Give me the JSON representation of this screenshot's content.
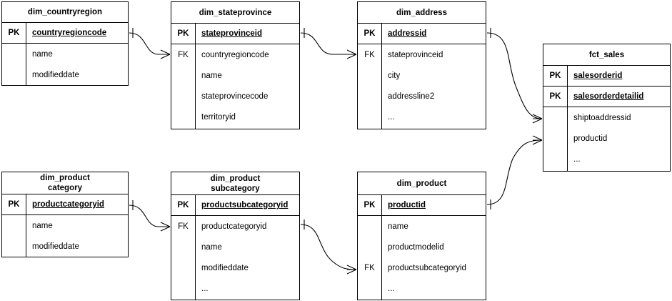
{
  "diagram": {
    "type": "entity-relationship-diagram",
    "title_lines_separator": "\n",
    "line_color": "#000000",
    "background_color": "#ffffff",
    "text_color": "#000000"
  },
  "entities": [
    {
      "id": "dim_countryregion",
      "name": "dim_countryregion",
      "title_line1": "dim_countryregion",
      "title_line2": "",
      "primary_keys": [
        {
          "key": "PK",
          "attribute": "countryregioncode"
        }
      ],
      "attributes": [
        {
          "key": "",
          "attribute": "name"
        },
        {
          "key": "",
          "attribute": "modifieddate"
        }
      ]
    },
    {
      "id": "dim_stateprovince",
      "name": "dim_stateprovince",
      "title_line1": "dim_stateprovince",
      "title_line2": "",
      "primary_keys": [
        {
          "key": "PK",
          "attribute": "stateprovinceid"
        }
      ],
      "attributes": [
        {
          "key": "FK",
          "attribute": "countryregioncode"
        },
        {
          "key": "",
          "attribute": "name"
        },
        {
          "key": "",
          "attribute": "stateprovincecode"
        },
        {
          "key": "",
          "attribute": "territoryid"
        }
      ]
    },
    {
      "id": "dim_address",
      "name": "dim_address",
      "title_line1": "dim_address",
      "title_line2": "",
      "primary_keys": [
        {
          "key": "PK",
          "attribute": "addressid"
        }
      ],
      "attributes": [
        {
          "key": "FK",
          "attribute": "stateprovinceid"
        },
        {
          "key": "",
          "attribute": "city"
        },
        {
          "key": "",
          "attribute": "addressline2"
        },
        {
          "key": "",
          "attribute": "..."
        }
      ]
    },
    {
      "id": "fct_sales",
      "name": "fct_sales",
      "title_line1": "fct_sales",
      "title_line2": "",
      "primary_keys": [
        {
          "key": "PK",
          "attribute": "salesorderid"
        },
        {
          "key": "PK",
          "attribute": "salesorderdetailid"
        }
      ],
      "attributes": [
        {
          "key": "",
          "attribute": "shiptoaddressid"
        },
        {
          "key": "",
          "attribute": "productid"
        },
        {
          "key": "",
          "attribute": "..."
        }
      ]
    },
    {
      "id": "dim_productcategory",
      "name": "dim_product category",
      "title_line1": "dim_product",
      "title_line2": "category",
      "primary_keys": [
        {
          "key": "PK",
          "attribute": "productcategoryid"
        }
      ],
      "attributes": [
        {
          "key": "",
          "attribute": "name"
        },
        {
          "key": "",
          "attribute": "modifieddate"
        }
      ]
    },
    {
      "id": "dim_productsubcategory",
      "name": "dim_product subcategory",
      "title_line1": "dim_product",
      "title_line2": "subcategory",
      "primary_keys": [
        {
          "key": "PK",
          "attribute": "productsubcategoryid"
        }
      ],
      "attributes": [
        {
          "key": "FK",
          "attribute": "productcategoryid"
        },
        {
          "key": "",
          "attribute": "name"
        },
        {
          "key": "",
          "attribute": "modifieddate"
        },
        {
          "key": "",
          "attribute": "..."
        }
      ]
    },
    {
      "id": "dim_product",
      "name": "dim_product",
      "title_line1": "dim_product",
      "title_line2": "",
      "primary_keys": [
        {
          "key": "PK",
          "attribute": "productid"
        }
      ],
      "attributes": [
        {
          "key": "",
          "attribute": "name"
        },
        {
          "key": "",
          "attribute": "productmodelid"
        },
        {
          "key": "FK",
          "attribute": "productsubcategoryid"
        },
        {
          "key": "",
          "attribute": "..."
        }
      ]
    }
  ],
  "relationships": [
    {
      "id": "rel-countryregion-stateprovince",
      "from_entity": "dim_countryregion",
      "from_attribute": "countryregioncode",
      "from_cardinality": "one",
      "to_entity": "dim_stateprovince",
      "to_attribute": "countryregioncode",
      "to_cardinality": "many"
    },
    {
      "id": "rel-stateprovince-address",
      "from_entity": "dim_stateprovince",
      "from_attribute": "stateprovinceid",
      "from_cardinality": "one",
      "to_entity": "dim_address",
      "to_attribute": "stateprovinceid",
      "to_cardinality": "many"
    },
    {
      "id": "rel-address-sales",
      "from_entity": "dim_address",
      "from_attribute": "addressid",
      "from_cardinality": "one",
      "to_entity": "fct_sales",
      "to_attribute": "shiptoaddressid",
      "to_cardinality": "many"
    },
    {
      "id": "rel-product-sales",
      "from_entity": "dim_product",
      "from_attribute": "productid",
      "from_cardinality": "one",
      "to_entity": "fct_sales",
      "to_attribute": "productid",
      "to_cardinality": "many"
    },
    {
      "id": "rel-productcategory-subcategory",
      "from_entity": "dim_productcategory",
      "from_attribute": "productcategoryid",
      "from_cardinality": "one",
      "to_entity": "dim_productsubcategory",
      "to_attribute": "productcategoryid",
      "to_cardinality": "many"
    },
    {
      "id": "rel-subcategory-product",
      "from_entity": "dim_productsubcategory",
      "from_attribute": "productsubcategoryid",
      "from_cardinality": "one",
      "to_entity": "dim_product",
      "to_attribute": "productsubcategoryid",
      "to_cardinality": "many"
    }
  ]
}
